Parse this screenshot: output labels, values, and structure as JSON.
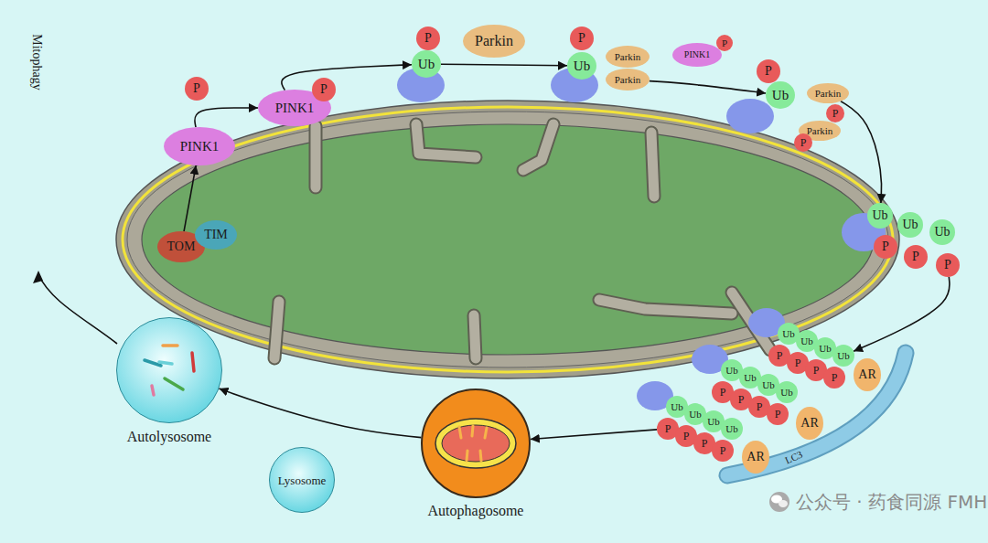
{
  "diagram": {
    "nodes": [
      {
        "text": [
          "TOM"
        ]
      },
      {
        "text": [
          "TIM"
        ]
      },
      {
        "text": [
          "PINK1"
        ]
      },
      {
        "text": [
          "P"
        ]
      },
      {
        "text": [
          "PINK1"
        ]
      },
      {
        "text": [
          "P"
        ]
      },
      {
        "text": [
          "Ub"
        ]
      },
      {
        "text": [
          "P"
        ]
      },
      {
        "text": [
          "Parkin"
        ]
      },
      {
        "text": [
          "Ub"
        ]
      },
      {
        "text": [
          "P"
        ]
      },
      {
        "text": [
          "Parkin"
        ]
      },
      {
        "text": [
          "Parkin"
        ]
      },
      {
        "text": [
          "PINK1"
        ]
      },
      {
        "text": [
          "P"
        ]
      },
      {
        "text": [
          "Ub"
        ]
      },
      {
        "text": [
          "P"
        ]
      },
      {
        "text": [
          "Parkin"
        ]
      },
      {
        "text": [
          "P"
        ]
      },
      {
        "text": [
          "Parkin"
        ]
      },
      {
        "text": [
          "P"
        ]
      },
      {
        "text": [
          "Ub"
        ]
      },
      {
        "text": [
          "Ub"
        ]
      },
      {
        "text": [
          "Ub"
        ]
      },
      {
        "text": [
          "P"
        ]
      },
      {
        "text": [
          "P"
        ]
      },
      {
        "text": [
          "P"
        ]
      },
      {
        "text": [
          "Ub"
        ]
      },
      {
        "text": [
          "Ub"
        ]
      },
      {
        "text": [
          "Ub"
        ]
      },
      {
        "text": [
          "Ub"
        ]
      },
      {
        "text": [
          "P"
        ]
      },
      {
        "text": [
          "P"
        ]
      },
      {
        "text": [
          "P"
        ]
      },
      {
        "text": [
          "P"
        ]
      },
      {
        "text": [
          "AR"
        ]
      },
      {
        "text": [
          "Ub"
        ]
      },
      {
        "text": [
          "Ub"
        ]
      },
      {
        "text": [
          "Ub"
        ]
      },
      {
        "text": [
          "Ub"
        ]
      },
      {
        "text": [
          "P"
        ]
      },
      {
        "text": [
          "P"
        ]
      },
      {
        "text": [
          "P"
        ]
      },
      {
        "text": [
          "P"
        ]
      },
      {
        "text": [
          "AR"
        ]
      },
      {
        "text": [
          "Ub"
        ]
      },
      {
        "text": [
          "Ub"
        ]
      },
      {
        "text": [
          "Ub"
        ]
      },
      {
        "text": [
          "Ub"
        ]
      },
      {
        "text": [
          "P"
        ]
      },
      {
        "text": [
          "P"
        ]
      },
      {
        "text": [
          "P"
        ]
      },
      {
        "text": [
          "P"
        ]
      },
      {
        "text": [
          "AR"
        ]
      },
      {
        "text": [
          "LC3"
        ]
      },
      {
        "text": [
          "Autophagosome"
        ]
      },
      {
        "text": [
          "Lysosome"
        ]
      },
      {
        "text": [
          "Autolysosome"
        ]
      }
    ],
    "edges": [
      {
        "from": 0,
        "to": 2,
        "arrow": "to"
      },
      {
        "from": 2,
        "to": 4,
        "arrow": "to"
      },
      {
        "from": 4,
        "to": 6,
        "arrow": "to"
      },
      {
        "from": 6,
        "to": 9,
        "arrow": "to"
      },
      {
        "from": 12,
        "to": 15,
        "arrow": "to"
      },
      {
        "from": 17,
        "to": 21,
        "arrow": "to"
      },
      {
        "from": 26,
        "to": 30,
        "arrow": "to"
      },
      {
        "from": 49,
        "to": 55,
        "arrow": "to"
      },
      {
        "from": 55,
        "to": 57,
        "arrow": "to"
      }
    ],
    "labels": [
      "Mitophagy",
      "公众号 · 药食同源 FMH"
    ]
  }
}
